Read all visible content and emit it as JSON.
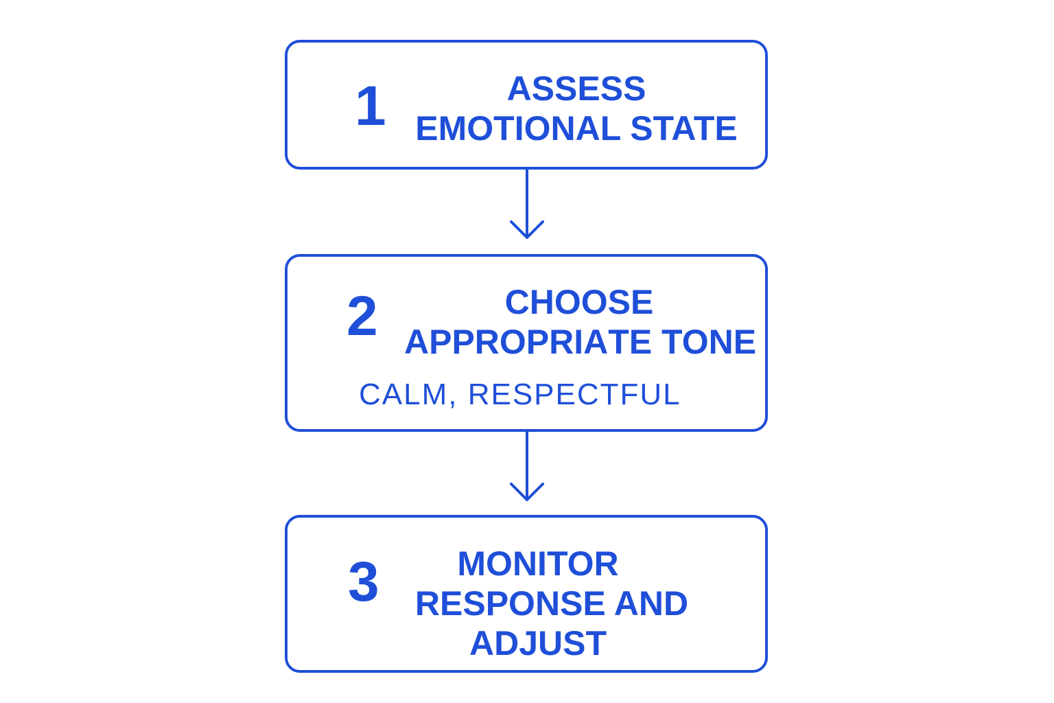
{
  "colors": {
    "accent": "#1f4fd8",
    "background": "#ffffff"
  },
  "steps": [
    {
      "number": "1",
      "title_lines": [
        "ASSESS",
        "EMOTIONAL STATE"
      ],
      "subtitle": ""
    },
    {
      "number": "2",
      "title_lines": [
        "CHOOSE",
        "APPROPRIAΤE TONE"
      ],
      "subtitle": "CALM, RESPECTFUL"
    },
    {
      "number": "3",
      "title_lines": [
        "MONITOR",
        "RESPONSE AND",
        "ADJUST"
      ],
      "subtitle": ""
    }
  ],
  "connectors": [
    {
      "from": "1",
      "to": "2"
    },
    {
      "from": "2",
      "to": "3"
    }
  ]
}
